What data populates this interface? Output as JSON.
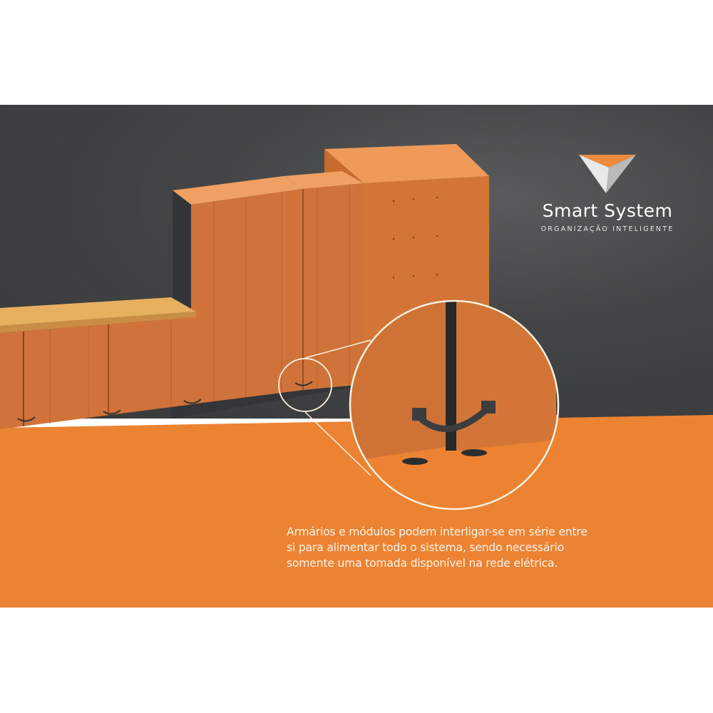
{
  "page": {
    "background_color": "#ffffff",
    "wall_color": "#3f4142",
    "floor_color": "#ec8333",
    "cabinet_color": "#d4773a",
    "countertop_color": "#e7b061"
  },
  "logo": {
    "icon": "triangle-logo-icon",
    "brand_name": "Smart System",
    "tagline": "ORGANIZAÇÃO INTELIGENTE",
    "accent_color": "#ee8a3c"
  },
  "caption": {
    "lines": [
      "Armários e módulos podem interligar-se em série entre",
      "si para alimentar todo o sistema, sendo necessário",
      "somente uma tomada disponível na rede elétrica."
    ]
  },
  "detail_callout": {
    "description": "magnified view of power cable linking two cabinets",
    "icon": "power-cable-icon"
  }
}
